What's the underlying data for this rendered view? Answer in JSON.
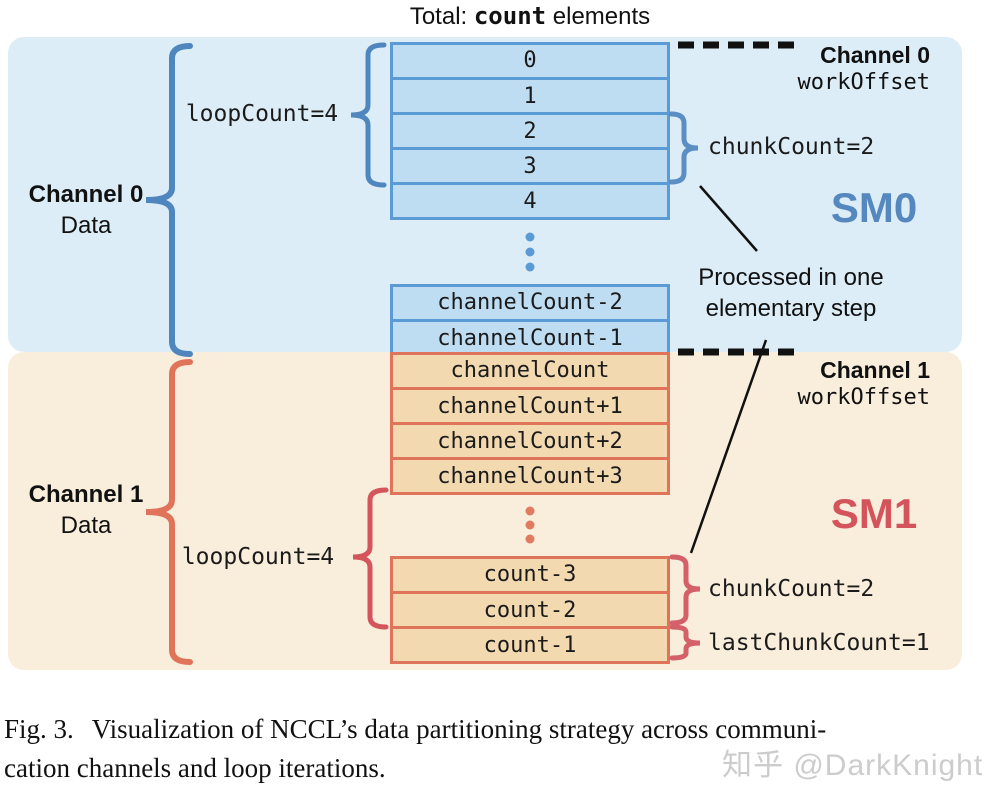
{
  "title": {
    "prefix": "Total: ",
    "count_keyword": "count",
    "suffix": " elements"
  },
  "channel0": {
    "side_label": "Channel 0",
    "side_sublabel": "Data",
    "loop_label": "loopCount=4",
    "chunk_label": "chunkCount=2",
    "offset_title": "Channel 0",
    "offset_label": "workOffset",
    "sm_label": "SM0",
    "rows": [
      "0",
      "1",
      "2",
      "3",
      "4"
    ],
    "rows2": [
      "channelCount-2",
      "channelCount-1"
    ]
  },
  "channel1": {
    "side_label": "Channel 1",
    "side_sublabel": "Data",
    "loop_label": "loopCount=4",
    "chunk_label": "chunkCount=2",
    "last_chunk_label": "lastChunkCount=1",
    "offset_title": "Channel 1",
    "offset_label": "workOffset",
    "sm_label": "SM1",
    "rows": [
      "channelCount",
      "channelCount+1",
      "channelCount+2",
      "channelCount+3"
    ],
    "rows2": [
      "count-3",
      "count-2",
      "count-1"
    ]
  },
  "annotation": {
    "line1": "Processed in one",
    "line2": "elementary step"
  },
  "caption": {
    "label": "Fig. 3.",
    "line1": "Visualization of NCCL’s data partitioning strategy across communi-",
    "line2": "cation channels and loop iterations."
  },
  "watermark": "知乎 @DarkKnight",
  "colors": {
    "channel0_bg": "#DCEDF8",
    "channel0_box_fill": "#BFDDF2",
    "channel0_box_border": "#5B9BD5",
    "channel0_brace": "#4E86BD",
    "sm0_text": "#5588BE",
    "channel1_bg": "#F9EDDB",
    "channel1_box_fill": "#F3D9B0",
    "channel1_box_border": "#E0745B",
    "channel1_brace": "#E0745B",
    "channel1_inner_brace": "#D4555C",
    "sm1_text": "#D4545C",
    "dashed_line": "#111111",
    "watermark_text": "#c4c4c4"
  }
}
